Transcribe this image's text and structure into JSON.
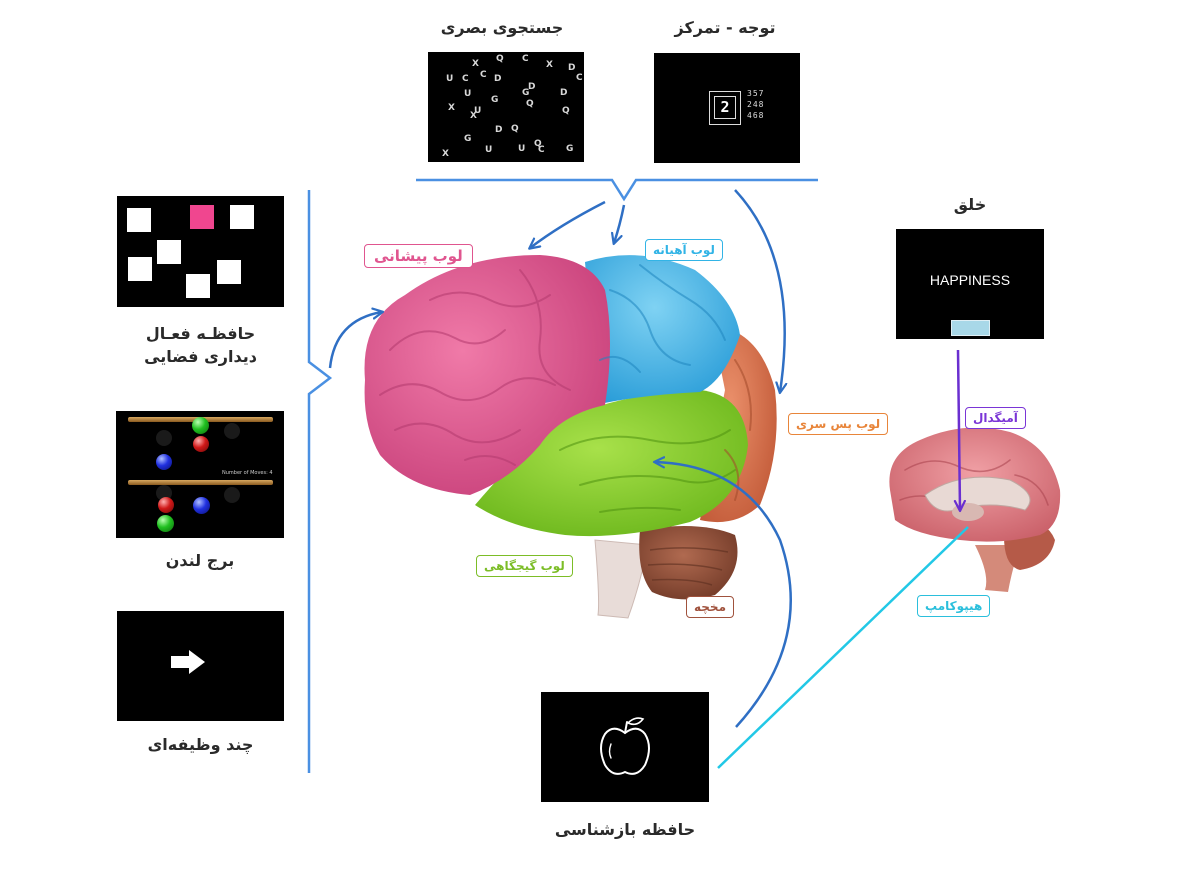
{
  "tasks": {
    "visual_search": {
      "caption": "جستجوی بصری",
      "letters": [
        "X",
        "Q",
        "C",
        "X",
        "D",
        "U",
        "C",
        "C",
        "D",
        "C",
        "U",
        "D",
        "G",
        "G",
        "D",
        "X",
        "U",
        "Q",
        "Q",
        "X",
        "Q",
        "D",
        "G",
        "U",
        "Q",
        "U",
        "G",
        "X",
        "C"
      ]
    },
    "attention": {
      "caption": "توجه - تمرکز",
      "digit": "2",
      "rows": [
        "357",
        "248",
        "468"
      ]
    },
    "spatial_working_memory": {
      "caption_line1": "حافظـه فعـال",
      "caption_line2": "دیداری فضایی"
    },
    "tower_of_london": {
      "caption": "برج لندن",
      "moves_text": "Number of Moves: 4"
    },
    "multitasking": {
      "caption": "چند وظیفه‌ای"
    },
    "recognition_memory": {
      "caption": "حافظه بازشناسی"
    },
    "emotion": {
      "caption": "خلق",
      "word": "HAPPINESS"
    }
  },
  "regions": {
    "frontal": {
      "label": "لوب پیشانی",
      "color": "#e0558f"
    },
    "parietal": {
      "label": "لوب آهیانه",
      "color": "#32b4e6"
    },
    "occipital": {
      "label": "لوب پس سری",
      "color": "#e8853a"
    },
    "temporal": {
      "label": "لوب گیجگاهی",
      "color": "#7cbd27"
    },
    "cerebellum": {
      "label": "مخچه",
      "color": "#a0523d"
    },
    "amygdala": {
      "label": "آمیگدال",
      "color": "#7a35d6"
    },
    "hippocampus": {
      "label": "هیپوکامپ",
      "color": "#2bbfdc"
    }
  },
  "colors": {
    "bracket": "#4a90e2",
    "arrow": "#2f6fc4",
    "amygdala_arrow": "#6a2fd0",
    "hippocampus_arrow": "#22c8e6",
    "brain_frontal": "#e0588f",
    "brain_parietal": "#45b6e6",
    "brain_occipital": "#d8704a",
    "brain_temporal": "#8ccf2a",
    "brain_cerebellum": "#8a4a36"
  }
}
